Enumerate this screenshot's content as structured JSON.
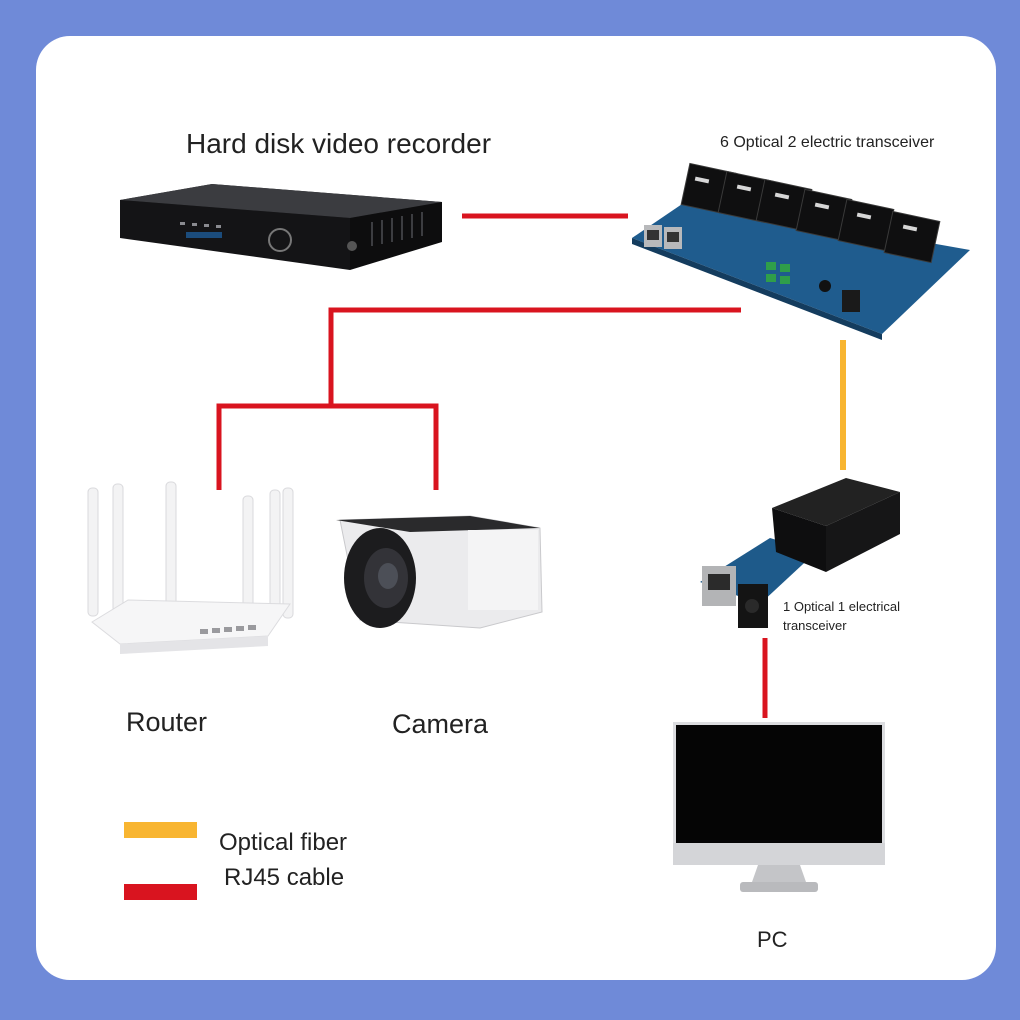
{
  "colors": {
    "background": "#6f8ad8",
    "optical_fiber": "#f8b531",
    "rj45_cable": "#d9141f"
  },
  "devices": {
    "hdvr": {
      "label": "Hard disk video recorder",
      "icon": "dvr-icon"
    },
    "transceiver_6o2e": {
      "label": "6 Optical 2 electric transceiver",
      "icon": "fiber-switch-board-icon"
    },
    "transceiver_1o1e": {
      "label": "1 Optical 1 electrical transceiver",
      "icon": "media-converter-icon"
    },
    "router": {
      "label": "Router",
      "icon": "router-icon"
    },
    "camera": {
      "label": "Camera",
      "icon": "bullet-camera-icon"
    },
    "pc": {
      "label": "PC",
      "icon": "monitor-icon"
    }
  },
  "legend": [
    {
      "label": "Optical fiber",
      "color": "#f8b531"
    },
    {
      "label": "RJ45 cable",
      "color": "#d9141f"
    }
  ]
}
